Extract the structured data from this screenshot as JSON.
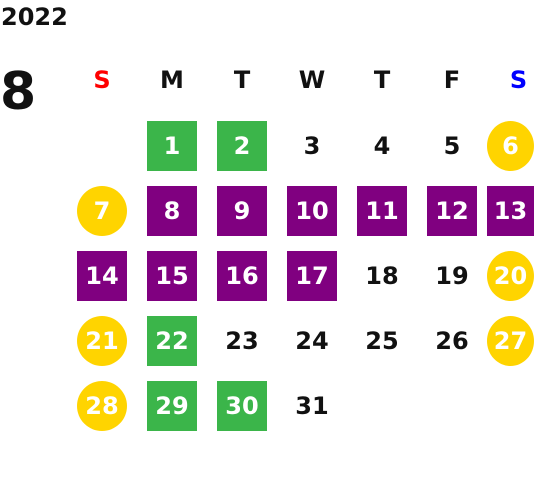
{
  "calendar": {
    "year": "2022",
    "month": "8",
    "colors": {
      "sunday_header": "#ff0000",
      "saturday_header": "#0000ff",
      "weekday_header": "#111111",
      "green": "#3bb54a",
      "purple": "#800080",
      "yellow": "#ffd400"
    },
    "weekdays": [
      "S",
      "M",
      "T",
      "W",
      "T",
      "F",
      "S"
    ],
    "weeks": [
      [
        {
          "day": ""
        },
        {
          "day": "1",
          "style": "green"
        },
        {
          "day": "2",
          "style": "green"
        },
        {
          "day": "3"
        },
        {
          "day": "4"
        },
        {
          "day": "5"
        },
        {
          "day": "6",
          "style": "yellow"
        }
      ],
      [
        {
          "day": "7",
          "style": "yellow"
        },
        {
          "day": "8",
          "style": "purple"
        },
        {
          "day": "9",
          "style": "purple"
        },
        {
          "day": "10",
          "style": "purple"
        },
        {
          "day": "11",
          "style": "purple"
        },
        {
          "day": "12",
          "style": "purple"
        },
        {
          "day": "13",
          "style": "purple"
        }
      ],
      [
        {
          "day": "14",
          "style": "purple"
        },
        {
          "day": "15",
          "style": "purple"
        },
        {
          "day": "16",
          "style": "purple"
        },
        {
          "day": "17",
          "style": "purple"
        },
        {
          "day": "18"
        },
        {
          "day": "19"
        },
        {
          "day": "20",
          "style": "yellow"
        }
      ],
      [
        {
          "day": "21",
          "style": "yellow"
        },
        {
          "day": "22",
          "style": "green"
        },
        {
          "day": "23"
        },
        {
          "day": "24"
        },
        {
          "day": "25"
        },
        {
          "day": "26"
        },
        {
          "day": "27",
          "style": "yellow"
        }
      ],
      [
        {
          "day": "28",
          "style": "yellow"
        },
        {
          "day": "29",
          "style": "green"
        },
        {
          "day": "30",
          "style": "green"
        },
        {
          "day": "31"
        },
        {
          "day": ""
        },
        {
          "day": ""
        },
        {
          "day": ""
        }
      ]
    ]
  }
}
